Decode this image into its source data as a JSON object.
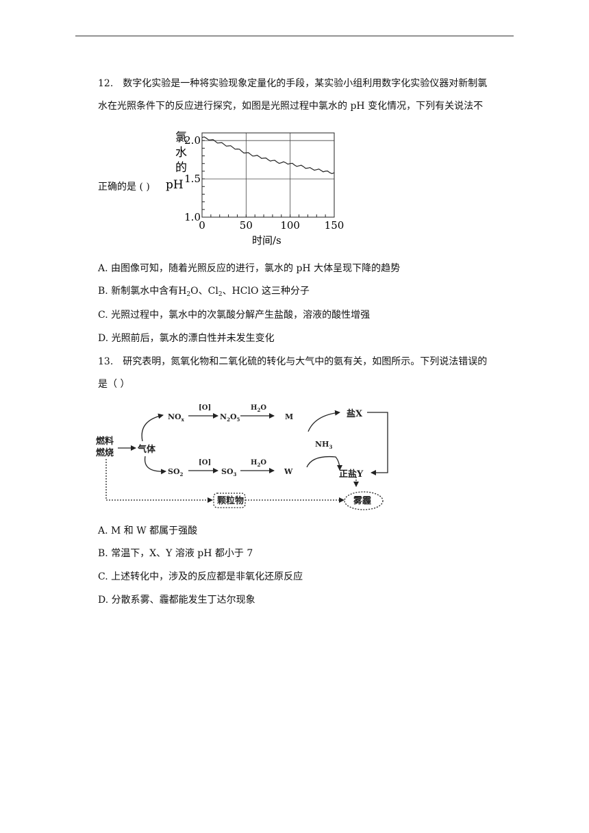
{
  "q12": {
    "number": "12.",
    "text_line1": "数字化实验是一种将实验现象定量化的手段，某实验小组利用数字化实验仪器对新制氯",
    "text_line2": "水在光照条件下的反应进行探究，如图是光照过程中氯水的 pH 变化情况，下列有关说法不",
    "text_line3": "正确的是 (    )",
    "options": {
      "A": "A.  由图像可知，随着光照反应的进行，氯水的 pH 大体呈现下降的趋势",
      "B_pre": "B.  新制氯水中含有",
      "B_h": "H",
      "B_2": "2",
      "B_o": "O、",
      "B_cl": "Cl",
      "B_cl2": "2",
      "B_post": "、HClO 这三种分子",
      "C": "C.  光照过程中，氯水中的次氯酸分解产生盐酸，溶液的酸性增强",
      "D": "D.  光照前后，氯水的漂白性并未发生变化"
    }
  },
  "chart_data": {
    "type": "line",
    "ylabel_chars": [
      "氯",
      "水",
      "的",
      "pH"
    ],
    "xlabel": "时间/s",
    "x_ticks": [
      "0",
      "50",
      "100",
      "150"
    ],
    "y_ticks": [
      "1.0",
      "1.5",
      "2.0"
    ],
    "xlim": [
      0,
      150
    ],
    "ylim": [
      1.0,
      2.1
    ],
    "grid": true,
    "series": [
      {
        "x": [
          0,
          5,
          10,
          15,
          20,
          25,
          30,
          35,
          40,
          45,
          50,
          55,
          60,
          65,
          70,
          75,
          80,
          85,
          90,
          95,
          100,
          105,
          110,
          115,
          120,
          125,
          130,
          135,
          140,
          145,
          150
        ],
        "values": [
          2.04,
          2.03,
          2.01,
          1.99,
          1.97,
          1.95,
          1.93,
          1.91,
          1.89,
          1.86,
          1.84,
          1.82,
          1.8,
          1.79,
          1.77,
          1.75,
          1.74,
          1.72,
          1.71,
          1.71,
          1.7,
          1.68,
          1.67,
          1.66,
          1.64,
          1.63,
          1.62,
          1.61,
          1.6,
          1.58,
          1.58
        ]
      }
    ]
  },
  "q13": {
    "number": "13.",
    "text_line1": "研究表明，氮氧化物和二氧化硫的转化与大气中的氨有关，如图所示。下列说法错误的",
    "text_line2": "是（        ）",
    "options": {
      "A": "A. M 和 W 都属于强酸",
      "B": "B.  常温下，X、Y 溶液 pH 都小于 7",
      "C": "C.  上述转化中，涉及的反应都是非氧化还原反应",
      "D": "D.  分散系雾、霾都能发生丁达尔现象"
    }
  },
  "diagram": {
    "fuel_line1": "燃料",
    "fuel_line2": "燃烧",
    "gas": "气体",
    "nox": "NO",
    "nox_sub": "x",
    "n2o5": "N",
    "n2o5_s1": "2",
    "n2o5_m": "O",
    "n2o5_s2": "5",
    "so2": "SO",
    "so2_sub": "2",
    "so3": "SO",
    "so3_sub": "3",
    "o_label": "[O]",
    "h2o_h": "H",
    "h2o_2": "2",
    "h2o_o": "O",
    "m": "M",
    "w": "W",
    "salt_x": "盐X",
    "salt_y": "正盐Y",
    "nh3": "NH",
    "nh3_sub": "3",
    "particles": "颗粒物",
    "haze": "雾霾"
  }
}
